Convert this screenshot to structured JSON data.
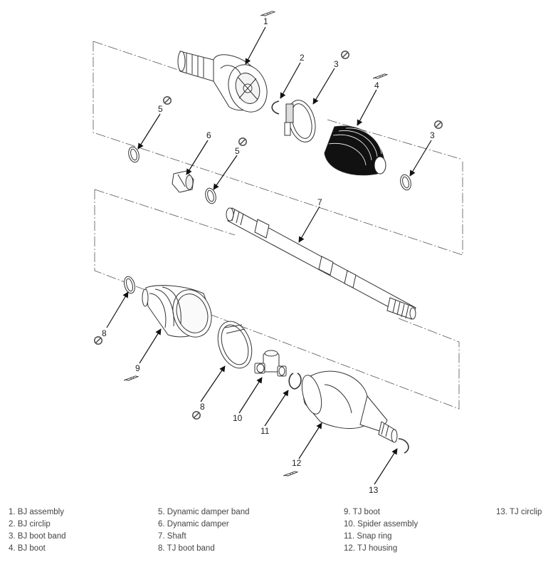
{
  "callouts": [
    "1",
    "2",
    "3",
    "4",
    "5",
    "6",
    "5",
    "3",
    "7",
    "8",
    "9",
    "8",
    "10",
    "11",
    "12",
    "13"
  ],
  "legend": {
    "col1": [
      "1. BJ assembly",
      "2. BJ circlip",
      "3. BJ boot band",
      "4. BJ boot"
    ],
    "col2": [
      "5. Dynamic damper band",
      "6. Dynamic damper",
      "7. Shaft",
      "8. TJ boot band"
    ],
    "col3": [
      "9. TJ boot",
      "10. Spider assembly",
      "11. Snap ring",
      "12. TJ housing"
    ],
    "col4": [
      "13. TJ circlip"
    ]
  },
  "icons": {
    "no_reuse": "prohibition-icon",
    "grease": "grease-icon"
  }
}
